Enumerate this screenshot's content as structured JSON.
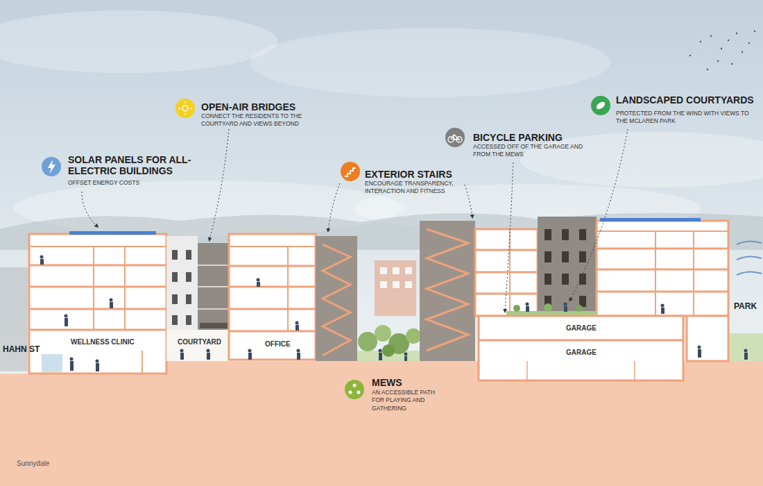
{
  "diagram": {
    "caption": "Sunnydale",
    "labels": [
      "OPEN-AIR BRIDGES",
      "CONNECT THE RESIDENTS TO THE COURTYARD AND VIEWS BEYOND",
      "SOLAR PANELS FOR ALL-ELECTRIC BUILDINGS",
      "OFFSET ENERGY COSTS",
      "EXTERIOR STAIRS",
      "ENCOURAGE TRANSPARENCY, INTERACTION  AND FITNESS",
      "BICYCLE PARKING",
      "ACCESSED OFF OF THE GARAGE AND FROM THE MEWS",
      "LANDSCAPED COURTYARDS",
      "PROTECTED FROM THE WIND WITH  VIEWS TO THE MCLAREN PARK",
      "HAHN ST",
      "WELLNESS CLINIC",
      "COURTYARD",
      "OFFICE",
      "GARAGE",
      "GARAGE",
      "PARK",
      "MEWS",
      "AN ACCESSIBLE PATH FOR PLAYING AND GATHERING"
    ]
  }
}
